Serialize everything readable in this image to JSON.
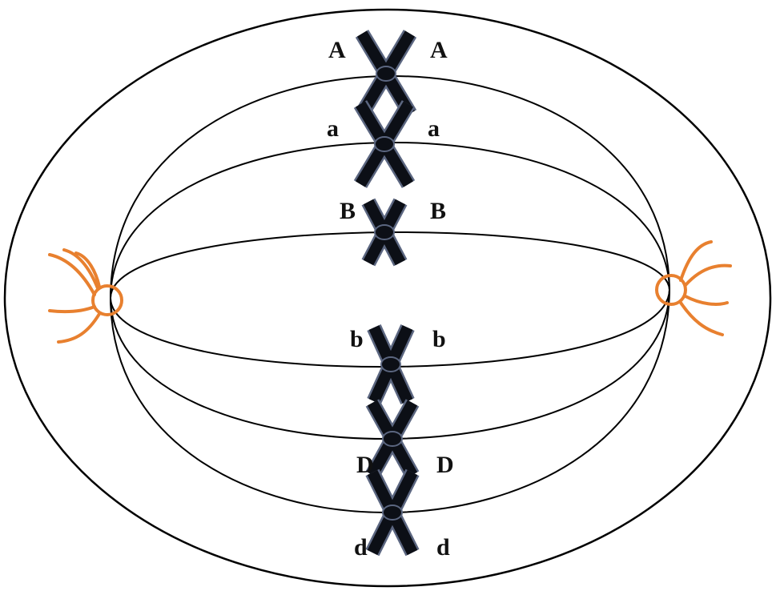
{
  "diagram": {
    "title": "",
    "colors": {
      "outline": "#000000",
      "centrosome": "#e8802f",
      "chromosome": "#0c0f16",
      "chromosome_edge": "#5b6680"
    },
    "chromosomes": [
      {
        "left_label": "A",
        "right_label": "A"
      },
      {
        "left_label": "a",
        "right_label": "a"
      },
      {
        "left_label": "B",
        "right_label": "B"
      },
      {
        "left_label": "b",
        "right_label": "b"
      },
      {
        "left_label": "D",
        "right_label": "D"
      },
      {
        "left_label": "d",
        "right_label": "d"
      }
    ]
  }
}
